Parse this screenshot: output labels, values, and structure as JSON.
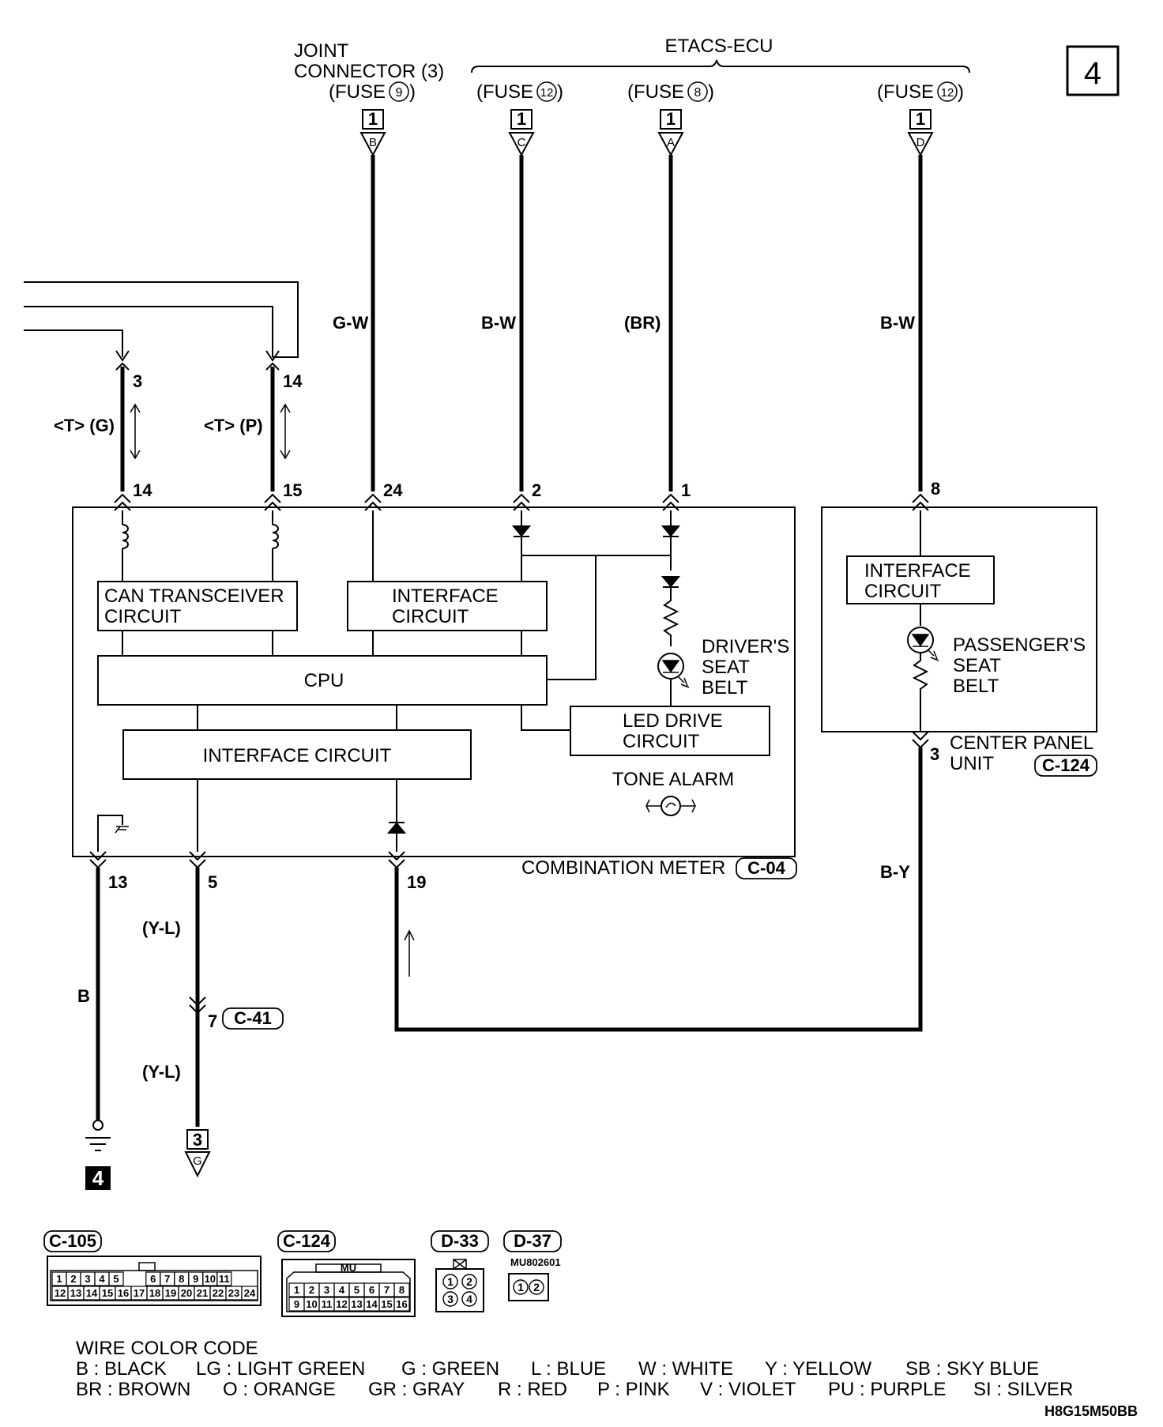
{
  "page_number": "4",
  "supply": {
    "etacs_label": "ETACS-ECU",
    "joint_line1": "JOINT",
    "joint_line2": "CONNECTOR (3)",
    "fuse_word": "(FUSE",
    "fuse_close": ")",
    "fuse_numbers": [
      "9",
      "12",
      "8",
      "12"
    ],
    "box_number": "1",
    "letters": [
      "B",
      "C",
      "A",
      "D"
    ]
  },
  "wire_colors": {
    "g_w": "G-W",
    "b_w_left": "B-W",
    "br": "(BR)",
    "b_w_right": "B-W",
    "b_y": "B-Y",
    "b": "B",
    "y_l_upper": "(Y-L)",
    "y_l_lower": "(Y-L)",
    "t_g": "<T> (G)",
    "t_p": "<T> (P)"
  },
  "pins": {
    "top_3": "3",
    "top_14": "14",
    "m14": "14",
    "m15": "15",
    "m24": "24",
    "m2": "2",
    "m1": "1",
    "m8": "8",
    "b13": "13",
    "b5": "5",
    "b19": "19",
    "cp3": "3",
    "j7": "7"
  },
  "meter": {
    "can_line1": "CAN TRANSCEIVER",
    "can_line2": "CIRCUIT",
    "if_line1": "INTERFACE",
    "if_line2": "CIRCUIT",
    "cpu": "CPU",
    "interface_circuit": "INTERFACE CIRCUIT",
    "led_line1": "LED DRIVE",
    "led_line2": "CIRCUIT",
    "driver_line1": "DRIVER'S",
    "driver_line2": "SEAT",
    "driver_line3": "BELT",
    "tone_alarm": "TONE ALARM",
    "name": "COMBINATION METER",
    "code": "C-04"
  },
  "center_panel": {
    "if_line1": "INTERFACE",
    "if_line2": "CIRCUIT",
    "pass_line1": "PASSENGER'S",
    "pass_line2": "SEAT",
    "pass_line3": "BELT",
    "name_line1": "CENTER PANEL",
    "name_line2": "UNIT",
    "code": "C-124"
  },
  "junction": {
    "code": "C-41"
  },
  "ground": {
    "number": "4"
  },
  "connection": {
    "box": "3",
    "letter": "G"
  },
  "connectors": {
    "c105": {
      "code": "C-105",
      "row1": [
        "1",
        "2",
        "3",
        "4",
        "5",
        "6",
        "7",
        "8",
        "9",
        "10",
        "11"
      ],
      "row2": [
        "12",
        "13",
        "14",
        "15",
        "16",
        "17",
        "18",
        "19",
        "20",
        "21",
        "22",
        "23",
        "24"
      ]
    },
    "c124": {
      "code": "C-124",
      "tag": "MU",
      "row1": [
        "1",
        "2",
        "3",
        "4",
        "5",
        "6",
        "7",
        "8"
      ],
      "row2": [
        "9",
        "10",
        "11",
        "12",
        "13",
        "14",
        "15",
        "16"
      ]
    },
    "d33": {
      "code": "D-33",
      "pins": [
        "1",
        "2",
        "3",
        "4"
      ]
    },
    "d37": {
      "code": "D-37",
      "part": "MU802601",
      "pins": [
        "1",
        "2"
      ]
    }
  },
  "legend": {
    "title": "WIRE COLOR CODE",
    "row1": [
      "B : BLACK",
      "LG : LIGHT GREEN",
      "G : GREEN",
      "L : BLUE",
      "W : WHITE",
      "Y : YELLOW",
      "SB : SKY BLUE"
    ],
    "row2": [
      "BR : BROWN",
      "O : ORANGE",
      "GR : GRAY",
      "R : RED",
      "P : PINK",
      "V : VIOLET",
      "PU : PURPLE",
      "SI : SILVER"
    ]
  },
  "figure_code": "H8G15M50BB"
}
